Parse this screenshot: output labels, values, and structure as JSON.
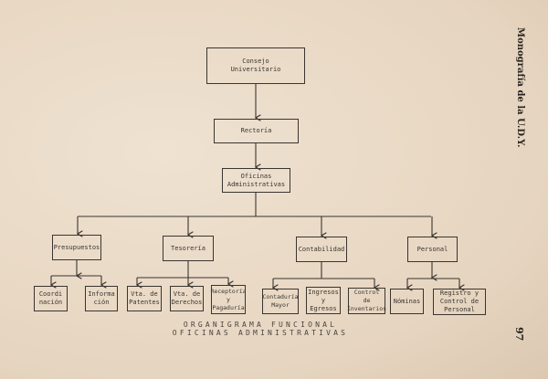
{
  "header": {
    "running_title": "Monografía de la U.D.Y.",
    "page_number": "97"
  },
  "chart": {
    "level1": "Consejo\nUniversitario",
    "level2": "Rectoría",
    "level3": "Oficinas\nAdministrativas",
    "departments": [
      {
        "name": "Presupuestos",
        "units": [
          "Coordi\nnación",
          "Informa\nción"
        ]
      },
      {
        "name": "Tesorería",
        "units": [
          "Vta. de\nPatentes",
          "Vta. de\nDerechos",
          "Receptoría\ny\nPagaduría"
        ]
      },
      {
        "name": "Contabilidad",
        "units": [
          "Contaduría\nMayor",
          "Ingresos\ny\nEgresos",
          "Control\nde\nInventarios"
        ]
      },
      {
        "name": "Personal",
        "units": [
          "Nóminas",
          "Registro y\nControl de\nPersonal"
        ]
      }
    ]
  },
  "caption": {
    "line1": "ORGANIGRAMA FUNCIONAL",
    "line2": "OFICINAS ADMINISTRATIVAS"
  }
}
